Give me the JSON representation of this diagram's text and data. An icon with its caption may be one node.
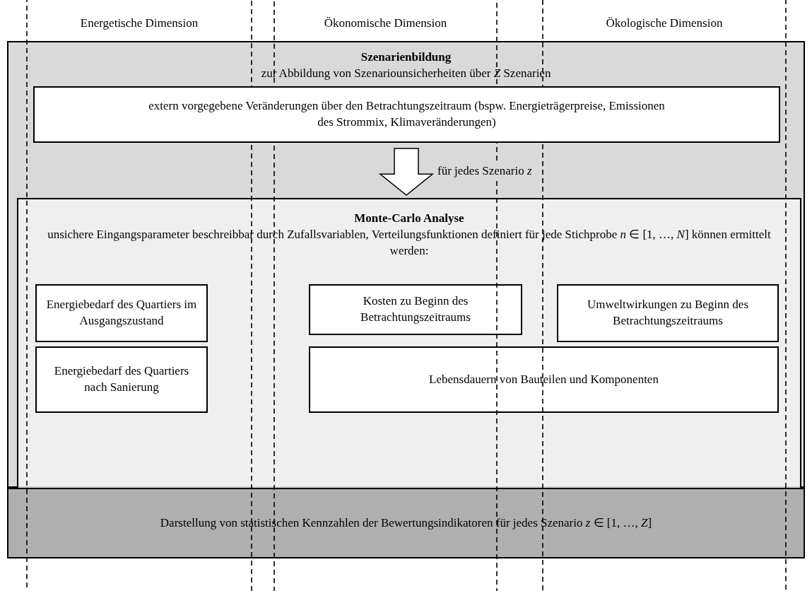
{
  "diagram": {
    "nodes": [
      {
        "text": [
          "**Szenarienbildung**",
          "zur Abbildung von Szenariounsicherheiten über *Z* Szenarien"
        ]
      },
      {
        "text": [
          "extern vorgegebene Veränderungen über den Betrachtungszeitraum (bspw. Energieträgerpreise, Emissionen des Strommix, Klimaveränderungen)"
        ],
        "in": 0
      },
      {
        "text": [
          "**Monte-Carlo Analyse**",
          "unsichere Eingangsparameter beschreibbar durch Zufallsvariablen, Verteilungsfunktionen definiert für jede Stichprobe *n* ∈ [1, …, *N*] können ermittelt werden:"
        ],
        "in": 0
      },
      {
        "text": [
          "Energiebedarf des Quartiers im Ausgangszustand"
        ],
        "in": 2
      },
      {
        "text": [
          "Kosten zu Beginn des Betrachtungszeitraums"
        ],
        "in": 2
      },
      {
        "text": [
          "Umweltwirkungen zu Beginn des Betrachtungszeitraums"
        ],
        "in": 2
      },
      {
        "text": [
          "Energiebedarf des Quartiers nach Sanierung"
        ],
        "in": 2
      },
      {
        "text": [
          "Lebensdauern von Bauteilen und Komponenten"
        ],
        "in": 2
      },
      {
        "text": [
          "Darstellung von statistischen Kennzahlen der Bewertungsindikatoren für jedes Szenario *z* ∈ [1, …, *Z*]"
        ]
      }
    ],
    "edges": [
      {
        "from": 1,
        "to": 2,
        "arrow": "to",
        "label": "für jedes Szenario *z*"
      }
    ],
    "labels": [
      "Energetische Dimension",
      "Ökonomische Dimension",
      "Ökologische Dimension"
    ]
  }
}
